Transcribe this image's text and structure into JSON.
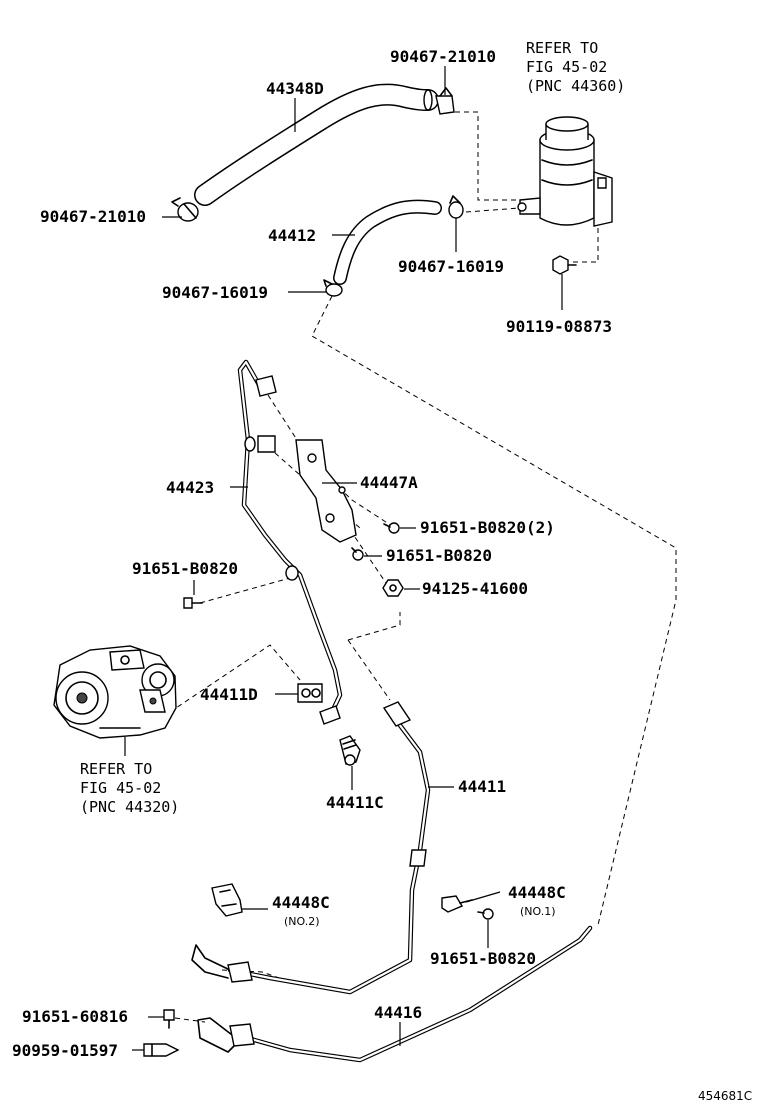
{
  "labels": {
    "clamp_top": "90467-21010",
    "hose_44348d": "44348D",
    "clamp_left": "90467-21010",
    "hose_44412": "44412",
    "clamp_16019_right": "90467-16019",
    "clamp_16019_left": "90467-16019",
    "bolt_08873": "90119-08873",
    "tube_44423": "44423",
    "bracket_44447a": "44447A",
    "bolt_b0820_2": "91651-B0820(2)",
    "bolt_b0820_mid": "91651-B0820",
    "nut_41600": "94125-41600",
    "bolt_b0820_left": "91651-B0820",
    "plate_44411d": "44411D",
    "bolt_44411c": "44411C",
    "hose_44411": "44411",
    "clamp_44448c_no2": "44448C",
    "no2": "(NO.2)",
    "clamp_44448c_no1": "44448C",
    "no1": "(NO.1)",
    "bolt_b0820_bottom": "91651-B0820",
    "tube_44416": "44416",
    "bolt_60816": "91651-60816",
    "clip_01597": "90959-01597",
    "figure_id": "454681C"
  },
  "refs": {
    "reservoir": {
      "line1": "REFER TO",
      "line2": "FIG 45-02",
      "line3": "(PNC 44360)"
    },
    "pump": {
      "line1": "REFER TO",
      "line2": "FIG 45-02",
      "line3": "(PNC 44320)"
    }
  },
  "colors": {
    "ink": "#000000",
    "paper": "#ffffff"
  }
}
